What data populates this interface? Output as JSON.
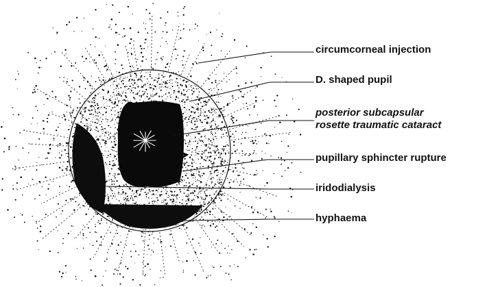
{
  "colors": {
    "ink": "#111111",
    "background": "#ffffff"
  },
  "illustration": {
    "subject": "eye-blunt-trauma-icon"
  },
  "labels": {
    "circumcorneal_injection": "circumcorneal injection",
    "d_shaped_pupil": "D. shaped pupil",
    "cataract_line1": "posterior subcapsular",
    "cataract_line2": "rosette traumatic cataract",
    "pupillary_sphincter_rupture": "pupillary sphincter rupture",
    "iridodialysis": "iridodialysis",
    "hyphaema": "hyphaema"
  }
}
